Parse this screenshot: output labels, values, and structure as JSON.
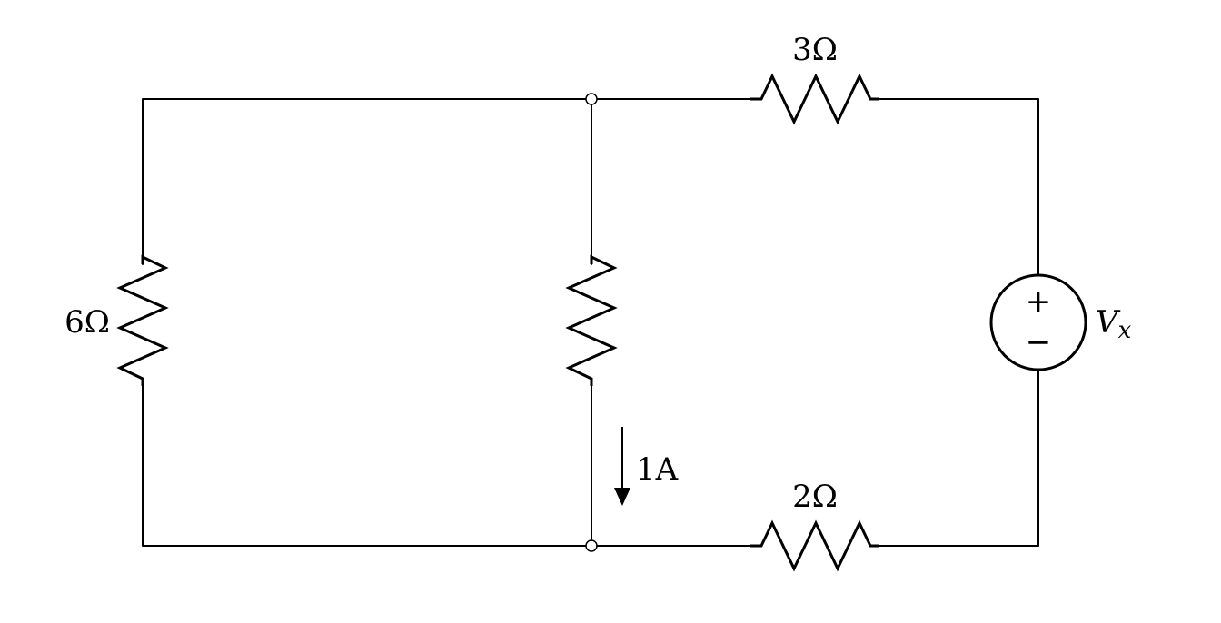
{
  "diagram": {
    "type": "circuit-schematic",
    "stroke_color": "#000000",
    "background": "#ffffff",
    "components": {
      "resistor_left": {
        "label": "6Ω"
      },
      "resistor_middle": {
        "label": ""
      },
      "resistor_top": {
        "label": "3Ω"
      },
      "resistor_bottom": {
        "label": "2Ω"
      },
      "voltage_source": {
        "label_main": "V",
        "label_sub": "x",
        "plus_symbol": "+",
        "minus_symbol": "−"
      },
      "current_arrow": {
        "label": "1A",
        "direction": "down"
      }
    },
    "nodes": [
      "top-junction",
      "bottom-junction"
    ]
  }
}
